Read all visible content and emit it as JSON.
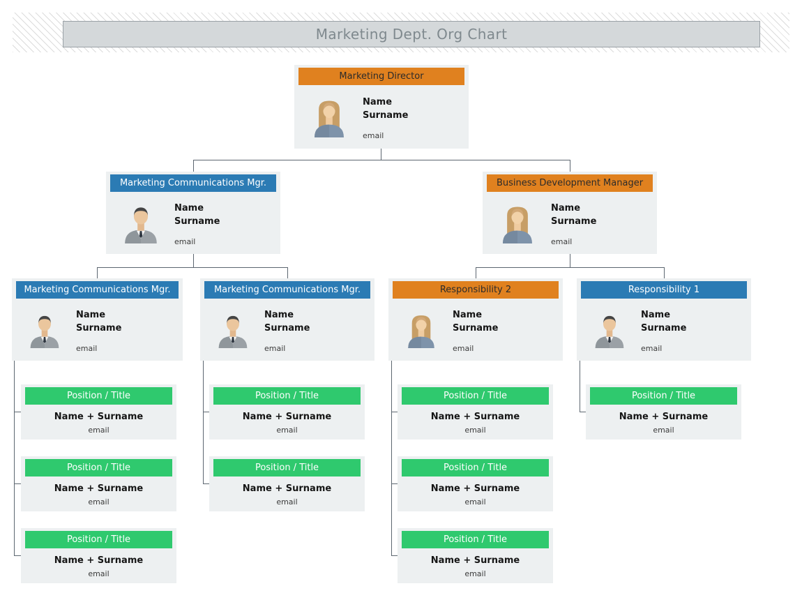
{
  "banner": {
    "title": "Marketing Dept. Org Chart"
  },
  "colors": {
    "banner-bg": "#D4D8DA",
    "header-orange": "#E0811F",
    "header-blue": "#2B7BB4",
    "header-green": "#2FC96E",
    "card-bg": "#EDF0F1",
    "connector": "#5C6670"
  },
  "cards": {
    "director": {
      "header": "Marketing Director",
      "name": "Name",
      "surname": "Surname",
      "email": "email",
      "avatar": "woman"
    },
    "comm_mgr": {
      "header": "Marketing Communications Mgr.",
      "name": "Name",
      "surname": "Surname",
      "email": "email",
      "avatar": "man"
    },
    "bizdev_mgr": {
      "header": "Business Development Manager",
      "name": "Name",
      "surname": "Surname",
      "email": "email",
      "avatar": "woman"
    },
    "comm_mgr_a": {
      "header": "Marketing Communications Mgr.",
      "name": "Name",
      "surname": "Surname",
      "email": "email",
      "avatar": "man"
    },
    "comm_mgr_b": {
      "header": "Marketing Communications Mgr.",
      "name": "Name",
      "surname": "Surname",
      "email": "email",
      "avatar": "man"
    },
    "resp2": {
      "header": "Responsibility 2",
      "name": "Name",
      "surname": "Surname",
      "email": "email",
      "avatar": "woman"
    },
    "resp1": {
      "header": "Responsibility 1",
      "name": "Name",
      "surname": "Surname",
      "email": "email",
      "avatar": "man"
    }
  },
  "positions": {
    "a1": {
      "header": "Position / Title",
      "name": "Name + Surname",
      "email": "email"
    },
    "a2": {
      "header": "Position / Title",
      "name": "Name + Surname",
      "email": "email"
    },
    "a3": {
      "header": "Position / Title",
      "name": "Name + Surname",
      "email": "email"
    },
    "b1": {
      "header": "Position / Title",
      "name": "Name + Surname",
      "email": "email"
    },
    "b2": {
      "header": "Position / Title",
      "name": "Name + Surname",
      "email": "email"
    },
    "c1": {
      "header": "Position / Title",
      "name": "Name + Surname",
      "email": "email"
    },
    "c2": {
      "header": "Position / Title",
      "name": "Name + Surname",
      "email": "email"
    },
    "c3": {
      "header": "Position / Title",
      "name": "Name + Surname",
      "email": "email"
    },
    "d1": {
      "header": "Position / Title",
      "name": "Name + Surname",
      "email": "email"
    }
  }
}
